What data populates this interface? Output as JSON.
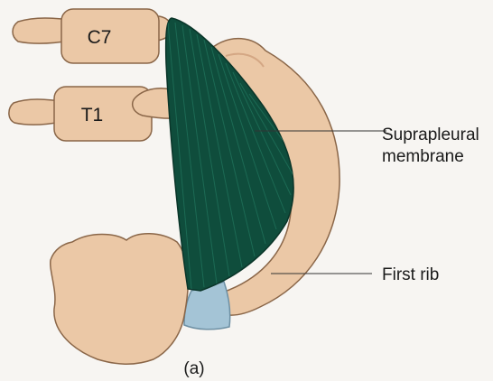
{
  "diagram": {
    "vertebra_upper": "C7",
    "vertebra_lower": "T1",
    "label_membrane_line1": "Suprapleural",
    "label_membrane_line2": "membrane",
    "label_rib": "First rib",
    "caption": "(a)"
  },
  "colors": {
    "bone_fill": "#ebc8a6",
    "bone_stroke": "#8a6648",
    "membrane_fill": "#0f4d3c",
    "membrane_fiber": "#1c6a54",
    "cartilage_fill": "#a4c4d6",
    "background": "#f7f5f2"
  }
}
